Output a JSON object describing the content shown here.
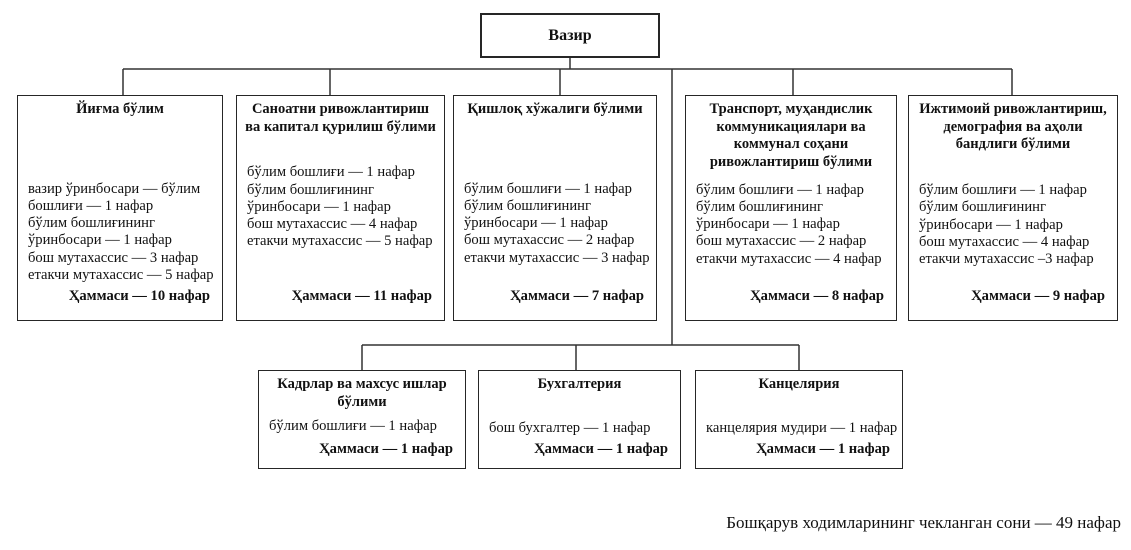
{
  "root": {
    "title": "Вазир"
  },
  "row1": [
    {
      "title": "Йиғма бўлим",
      "lines": [
        "вазир ўринбосари — бўлим бошлиғи — 1 нафар",
        "бўлим бошлиғининг ўринбосари — 1 нафар",
        "бош мутахассис — 3 нафар",
        "етакчи мутахассис — 5 нафар"
      ],
      "total": "Ҳаммаси — 10 нафар"
    },
    {
      "title": "Саноатни ривожлантириш ва капитал қурилиш бўлими",
      "lines": [
        "бўлим бошлиғи — 1 нафар",
        "бўлим бошлиғининг ўринбосари — 1 нафар",
        "бош мутахассис — 4 нафар",
        "етакчи мутахассис — 5 нафар"
      ],
      "total": "Ҳаммаси — 11 нафар"
    },
    {
      "title": "Қишлоқ хўжалиги бўлими",
      "lines": [
        "бўлим бошлиғи — 1 нафар",
        "бўлим бошлиғининг ўринбосари — 1 нафар",
        "бош мутахассис — 2 нафар",
        "етакчи мутахассис — 3 нафар"
      ],
      "total": "Ҳаммаси — 7 нафар"
    },
    {
      "title": "Транспорт, муҳандислик коммуникациялари ва коммунал соҳани ривожлантириш бўлими",
      "lines": [
        "бўлим бошлиғи — 1 нафар",
        "бўлим бошлиғининг ўринбосари — 1 нафар",
        "бош мутахассис — 2 нафар",
        "етакчи мутахассис — 4 нафар"
      ],
      "total": "Ҳаммаси — 8 нафар"
    },
    {
      "title": "Ижтимоий ривожлантириш, демография ва аҳоли бандлиги бўлими",
      "lines": [
        "бўлим бошлиғи — 1 нафар",
        "бўлим бошлиғининг ўринбосари — 1 нафар",
        "бош мутахассис — 4 нафар",
        "етакчи мутахассис –3 нафар"
      ],
      "total": "Ҳаммаси — 9 нафар"
    }
  ],
  "row2": [
    {
      "title": "Кадрлар ва махсус ишлар бўлими",
      "lines": [
        "бўлим бошлиғи — 1 нафар"
      ],
      "total": "Ҳаммаси — 1 нафар"
    },
    {
      "title": "Бухгалтерия",
      "lines": [
        "бош бухгалтер — 1 нафар"
      ],
      "total": "Ҳаммаси — 1 нафар"
    },
    {
      "title": "Канцелярия",
      "lines": [
        "канцелярия мудири — 1 нафар"
      ],
      "total": "Ҳаммаси — 1 нафар"
    }
  ],
  "footer": "Бошқарув ходимларининг чекланган сони — 49 нафар",
  "colors": {
    "line": "#333333",
    "text": "#111111",
    "background": "#ffffff"
  }
}
